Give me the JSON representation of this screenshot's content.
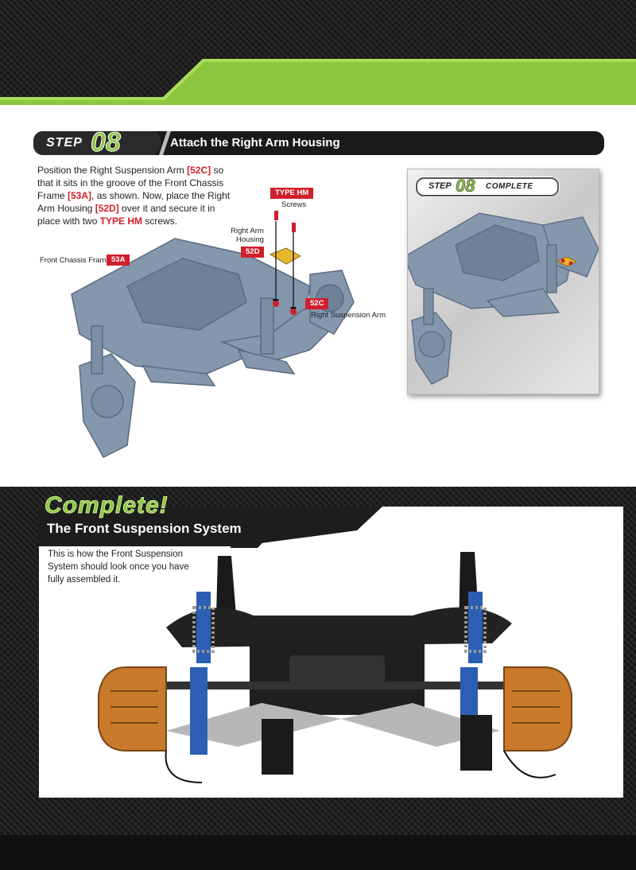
{
  "step": {
    "word": "STEP",
    "number": "08",
    "title": "Attach the Right Arm Housing"
  },
  "instructions": {
    "p1": "Position the Right Suspension Arm ",
    "r1": "[52C]",
    "p2": " so that it sits in the groove of the Front Chassis Frame ",
    "r2": "[53A]",
    "p3": ", as shown. Now, place the Right Arm Housing ",
    "r3": "[52D]",
    "p4": " over it and secure it in place with two ",
    "r4": "TYPE HM",
    "p5": " screws."
  },
  "callouts": {
    "screw_tag": "TYPE HM",
    "screw_label": "Screws",
    "housing_label_line1": "Right Arm",
    "housing_label_line2": "Housing",
    "housing_tag": "52D",
    "frame_label": "Front Chassis Frame",
    "frame_tag": "53A",
    "arm_tag": "52C",
    "arm_label": "Right Suspension Arm"
  },
  "complete_badge": {
    "word": "STEP",
    "number": "08",
    "complete": "COMPLETE"
  },
  "bottom": {
    "complete_title": "Complete!",
    "section_title": "The Front Suspension System",
    "text": "This is how the Front Suspension System should look once you have fully assembled it."
  },
  "colors": {
    "accent_green": "#8cc63f",
    "accent_red": "#d0202c",
    "part_blue": "#8497ad",
    "brake_orange": "#c8792a"
  }
}
